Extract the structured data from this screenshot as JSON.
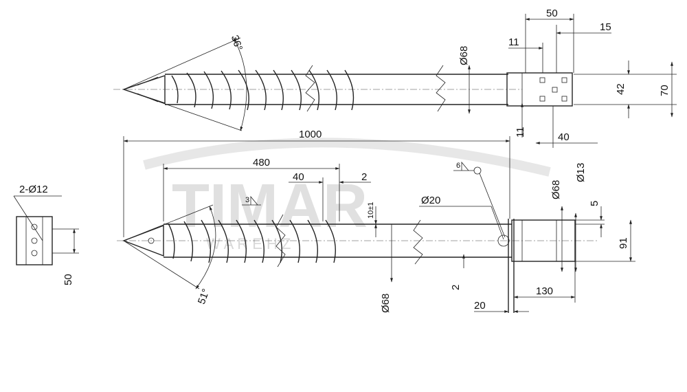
{
  "watermark": {
    "brand": "TIMAR",
    "sub": "W A R E H Z"
  },
  "top_view": {
    "angle": "36°",
    "diameter": "Ø68",
    "dims": {
      "d50": "50",
      "d15": "15",
      "d11a": "11",
      "d42": "42",
      "d70": "70",
      "d11b": "11",
      "d40": "40"
    }
  },
  "side_view": {
    "length_total": "1000",
    "length_helix": "480",
    "d40": "40",
    "d2a": "2",
    "tol": "10±1",
    "pin": "Ø20",
    "d68a": "Ø68",
    "d13": "Ø13",
    "d5": "5",
    "d91": "91",
    "d130": "130",
    "d20": "20",
    "d2b": "2",
    "d68b": "Ø68",
    "angle": "51°",
    "weld6": "6",
    "weld3": "3"
  },
  "end_view": {
    "holes": "2-Ø12",
    "d50": "50"
  }
}
